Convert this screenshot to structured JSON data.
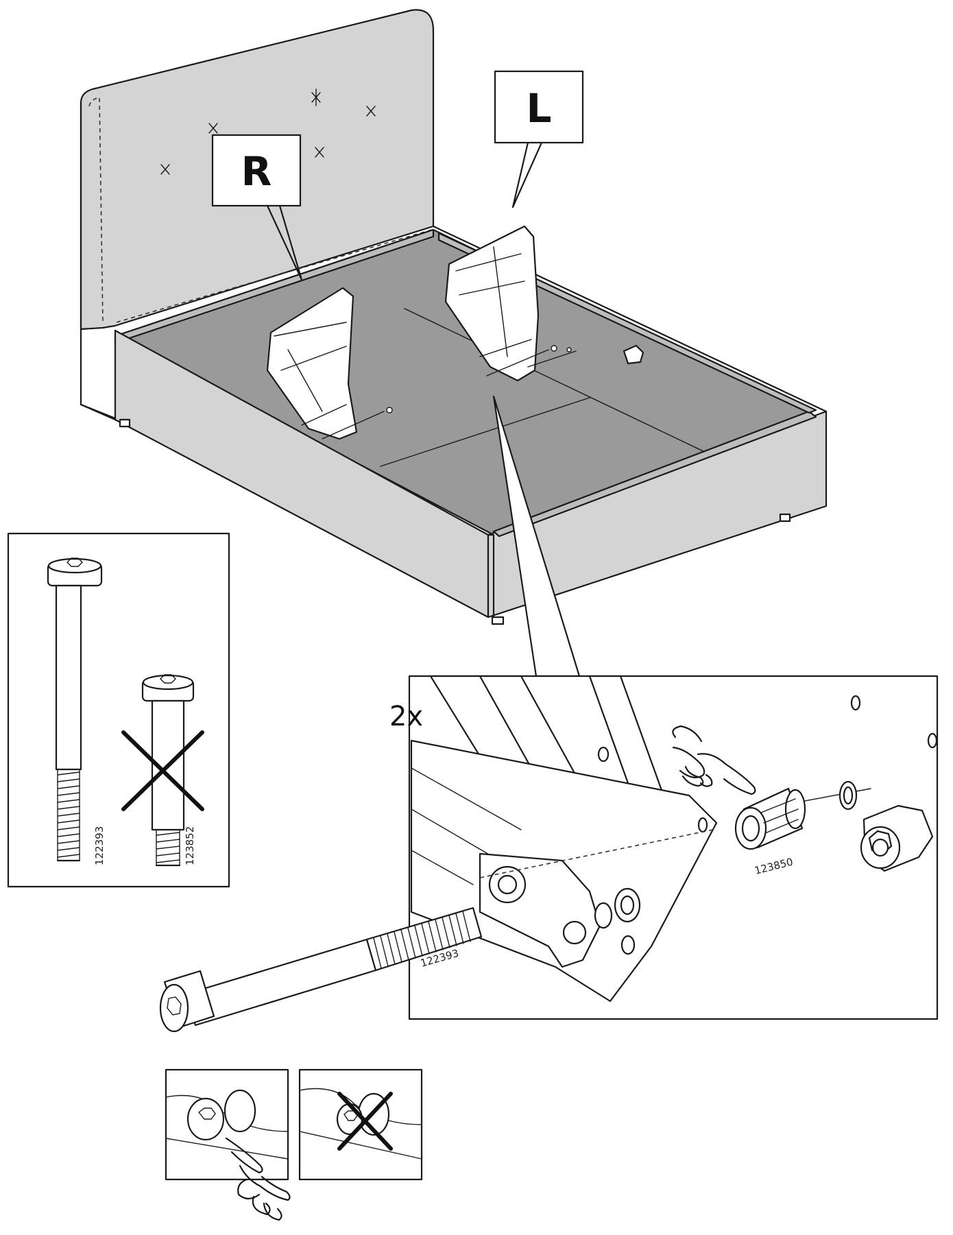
{
  "callouts": {
    "right_label": "R",
    "left_label": "L"
  },
  "detail": {
    "quantity": "2x",
    "bolt_part": "122393",
    "spacer_part": "123850"
  },
  "bolt_compare": {
    "correct_part": "122393",
    "wrong_part": "123852"
  }
}
